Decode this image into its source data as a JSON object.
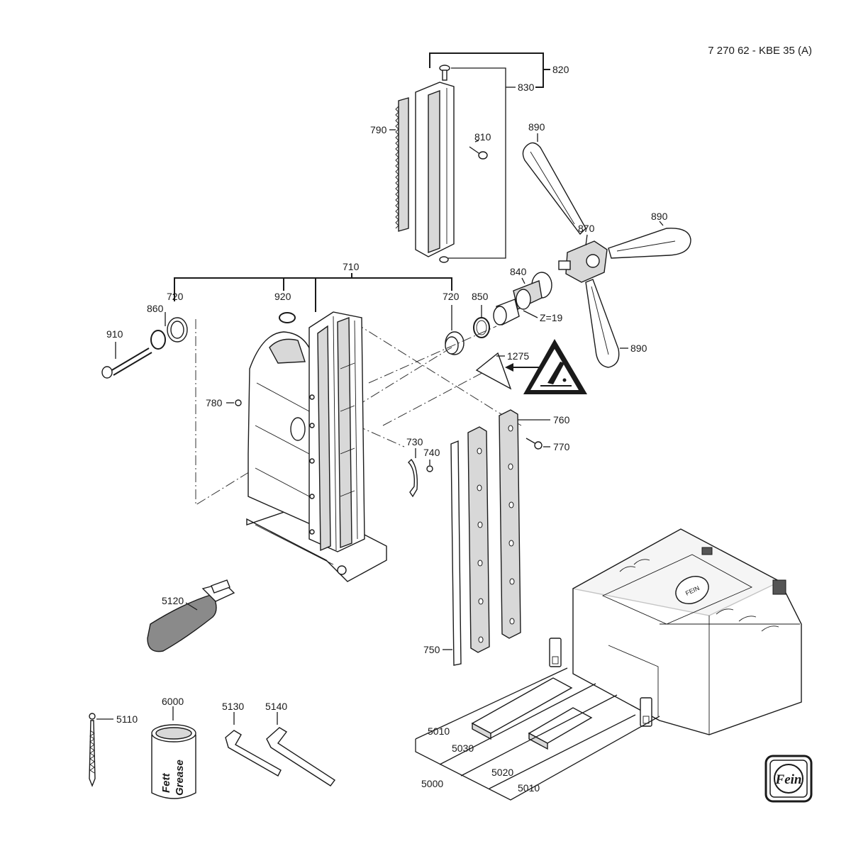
{
  "drawing": {
    "reference": "7 270 62 - KBE 35 (A)"
  },
  "labels": {
    "p820": "820",
    "p830": "830",
    "p790": "790",
    "p810": "810",
    "p890a": "890",
    "p890b": "890",
    "p890c": "890",
    "p870": "870",
    "p840": "840",
    "p710": "710",
    "p720a": "720",
    "p720b": "720",
    "p920": "920",
    "p860": "860",
    "p850": "850",
    "p910": "910",
    "gear": "Z=19",
    "p1275": "1275",
    "p780": "780",
    "p760": "760",
    "p770": "770",
    "p730": "730",
    "p740": "740",
    "p5120": "5120",
    "p750": "750",
    "p6000": "6000",
    "p5130": "5130",
    "p5140": "5140",
    "p5110": "5110",
    "p5010a": "5010",
    "p5030": "5030",
    "p5000": "5000",
    "p5020": "5020",
    "p5010b": "5010"
  },
  "grease_can": {
    "line1": "Fett",
    "line2": "Grease"
  },
  "case_logo": "FEIN",
  "brand_logo": "Fein"
}
